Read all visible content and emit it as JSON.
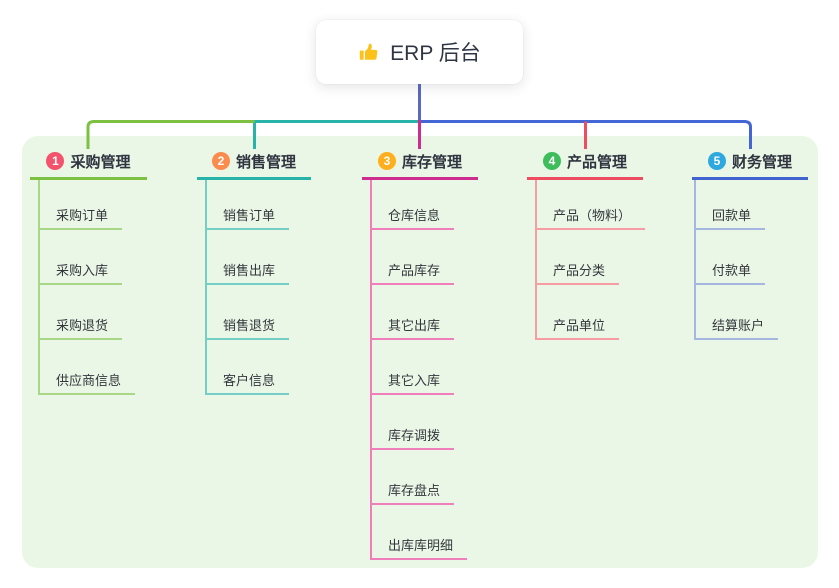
{
  "root": {
    "label": "ERP 后台",
    "icon": "thumbs-up-icon"
  },
  "branches": [
    {
      "index": "1",
      "label": "采购管理",
      "badge_color": "#F4536E",
      "line_color": "#7CC142",
      "child_line_color": "#A9D787",
      "children": [
        {
          "label": "采购订单"
        },
        {
          "label": "采购入库"
        },
        {
          "label": "采购退货"
        },
        {
          "label": "供应商信息"
        }
      ]
    },
    {
      "index": "2",
      "label": "销售管理",
      "badge_color": "#FB8C4D",
      "line_color": "#27B3A7",
      "child_line_color": "#74CEC5",
      "children": [
        {
          "label": "销售订单"
        },
        {
          "label": "销售出库"
        },
        {
          "label": "销售退货"
        },
        {
          "label": "客户信息"
        }
      ]
    },
    {
      "index": "3",
      "label": "库存管理",
      "badge_color": "#FFAF1E",
      "line_color": "#CE2D90",
      "child_line_color": "#EF7EBB",
      "children": [
        {
          "label": "仓库信息"
        },
        {
          "label": "产品库存"
        },
        {
          "label": "其它出库"
        },
        {
          "label": "其它入库"
        },
        {
          "label": "库存调拨"
        },
        {
          "label": "库存盘点"
        },
        {
          "label": "出库库明细"
        }
      ]
    },
    {
      "index": "4",
      "label": "产品管理",
      "badge_color": "#3EBD5C",
      "line_color": "#EE4C61",
      "child_line_color": "#F69CA2",
      "children": [
        {
          "label": "产品（物料）"
        },
        {
          "label": "产品分类"
        },
        {
          "label": "产品单位"
        }
      ]
    },
    {
      "index": "5",
      "label": "财务管理",
      "badge_color": "#2EA9DF",
      "line_color": "#4163CF",
      "child_line_color": "#A5B6E0",
      "children": [
        {
          "label": "回款单"
        },
        {
          "label": "付款单"
        },
        {
          "label": "结算账户"
        }
      ]
    }
  ],
  "colors": {
    "canvas_bg": "#FFFFFF",
    "panel_bg": "#EBF7E6",
    "root_trunk": "#5A68C2",
    "text": "#33373D"
  }
}
